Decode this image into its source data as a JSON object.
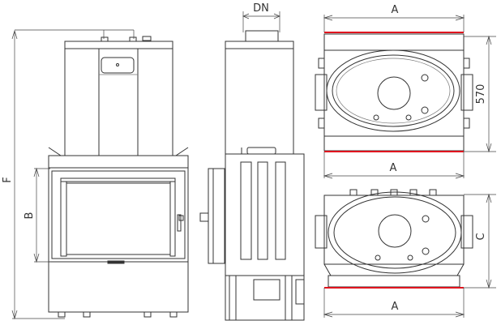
{
  "dimensions": {
    "front_height": "F",
    "door_height": "B",
    "flue_diameter": "DN",
    "top_view_width_top": "A",
    "top_view_width_bottom": "A",
    "top_view_depth": "570",
    "bottom_view_depth": "C",
    "bottom_view_width": "A"
  },
  "colors": {
    "line": "#333333",
    "highlight": "#e0141e"
  }
}
